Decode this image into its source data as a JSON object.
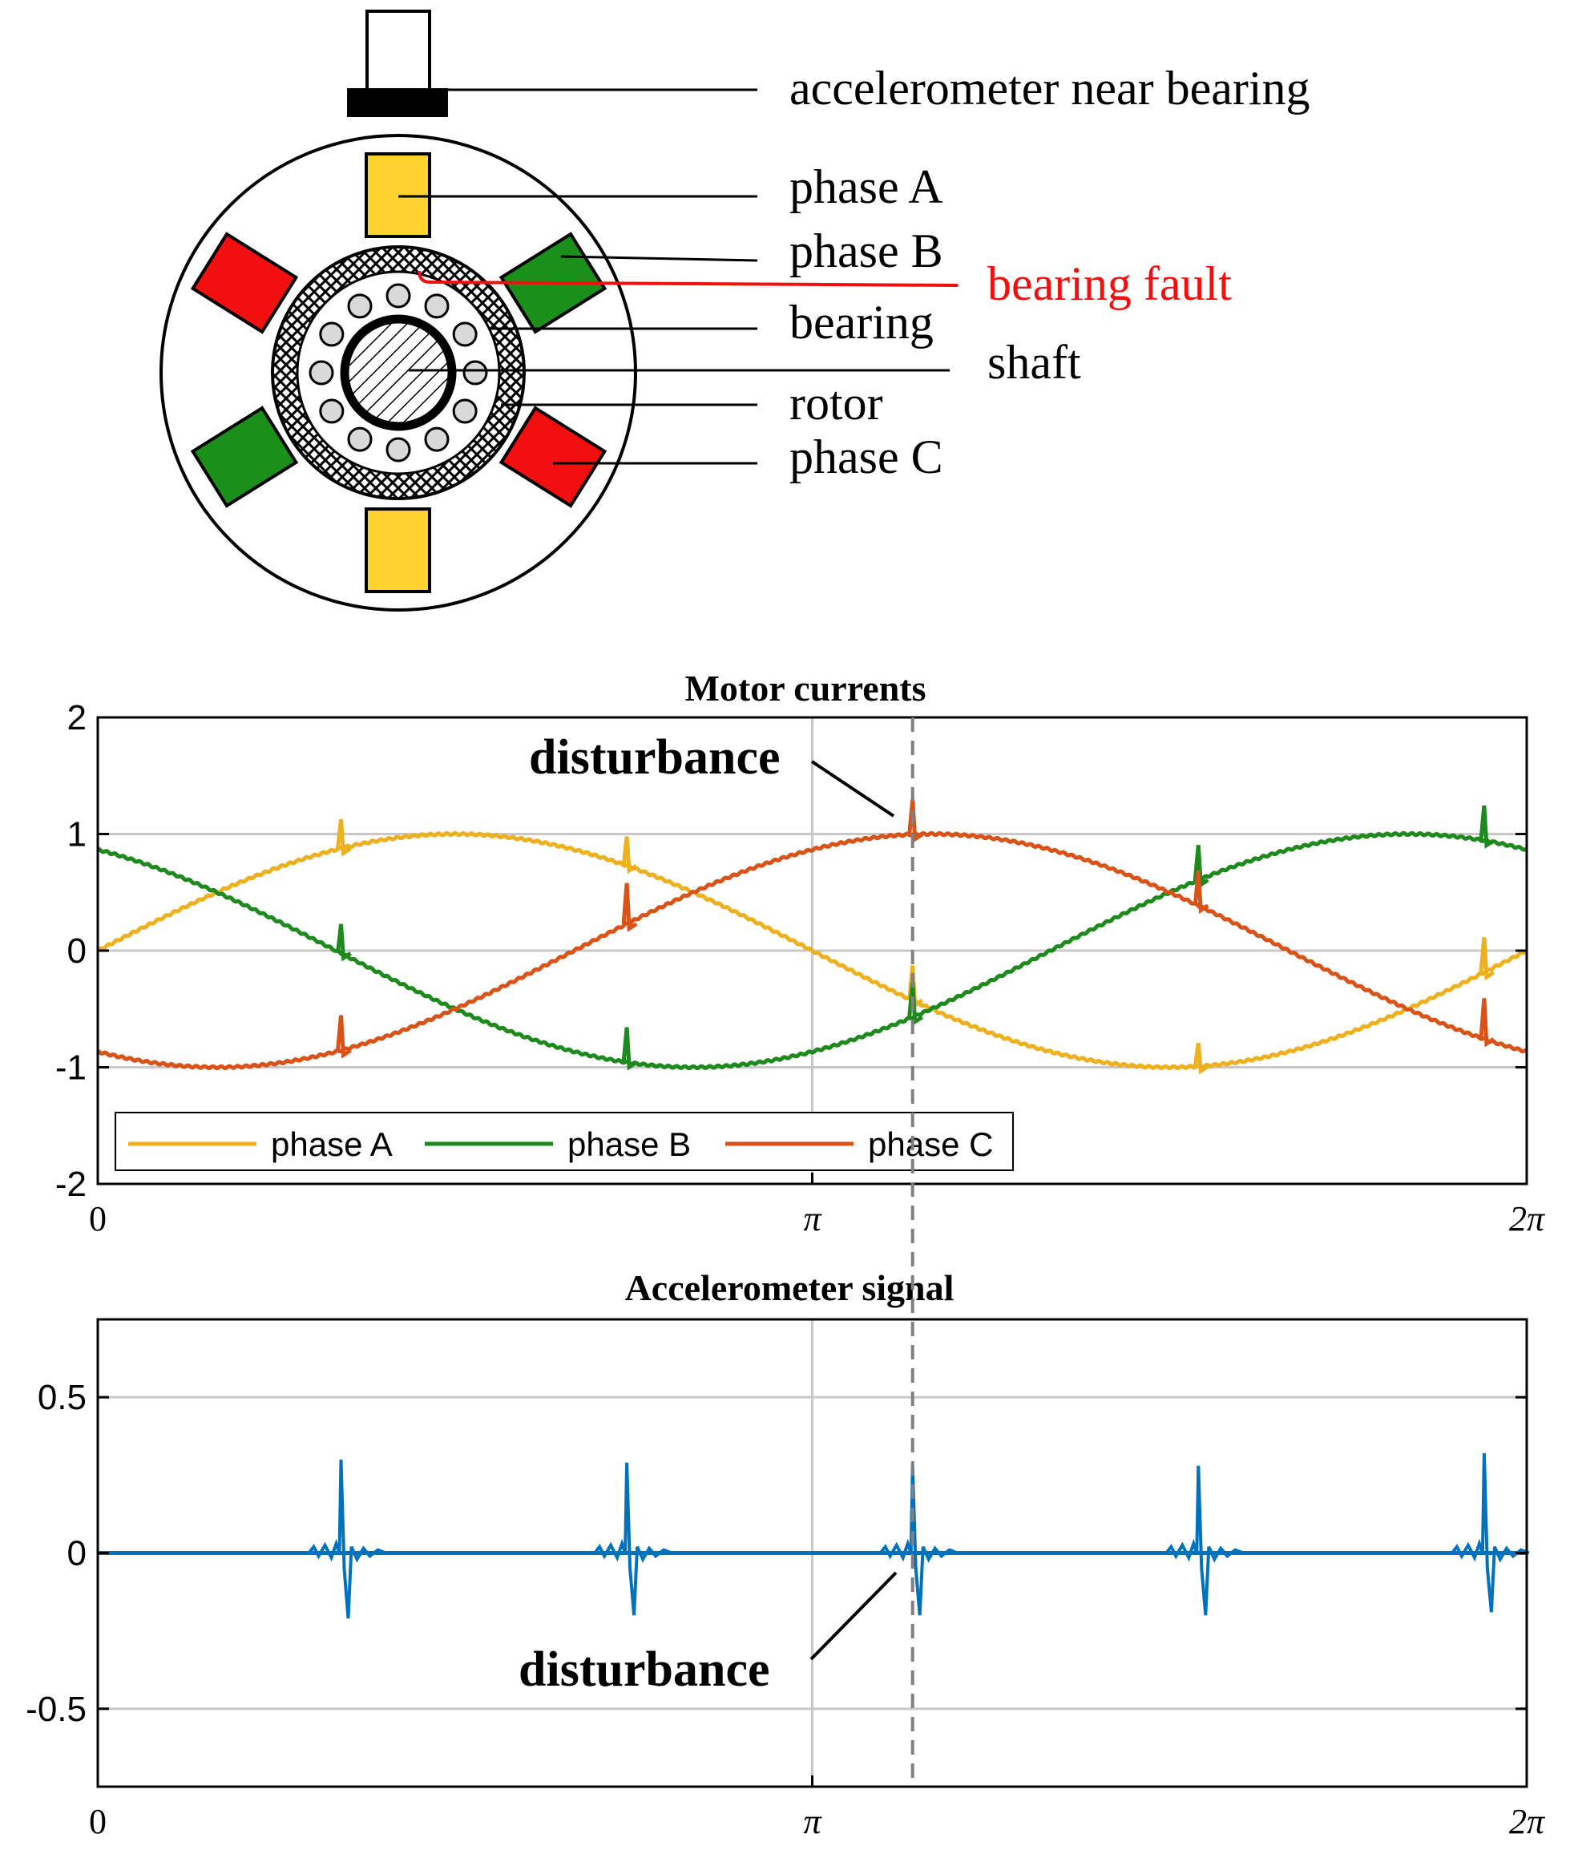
{
  "diagram": {
    "labels": {
      "accelerometer": "accelerometer near bearing",
      "phase_a": "phase A",
      "phase_b": "phase B",
      "bearing_fault": "bearing fault",
      "bearing": "bearing",
      "shaft": "shaft",
      "rotor": "rotor",
      "phase_c": "phase C"
    },
    "colors": {
      "phase_a": "#FDD22F",
      "phase_b": "#1A8F1A",
      "phase_c": "#F20F0F",
      "fault": "#F20F0F"
    }
  },
  "chart_data": [
    {
      "type": "line",
      "title": "Motor currents",
      "xlim": [
        0,
        6.2832
      ],
      "ylim": [
        -2,
        2
      ],
      "x_ticks": [
        0,
        3.1416,
        6.2832
      ],
      "x_tick_labels": [
        "0",
        "π",
        "2π"
      ],
      "y_ticks": [
        2,
        1,
        0,
        -1,
        -2
      ],
      "y_tick_labels": [
        "2",
        "1",
        "0",
        "-1",
        "-2"
      ],
      "grid": true,
      "legend_position": "bottom-left",
      "disturbance_period": 1.2566,
      "disturbance_phase": 1.0696,
      "disturbance_x": 3.5828,
      "annotation": "disturbance",
      "series": [
        {
          "name": "phase A",
          "color": "#EDB120",
          "function": "sin(x)",
          "spike_height": [
            0.25,
            0.25,
            0.3,
            0.2,
            0.3
          ]
        },
        {
          "name": "phase B",
          "color": "#1E8A1E",
          "function": "sin(x + 2.0944)",
          "spike_height": [
            0.25,
            0.3,
            0.3,
            0.3,
            0.3
          ]
        },
        {
          "name": "phase C",
          "color": "#D95319",
          "function": "sin(x - 2.0944)",
          "spike_height": [
            0.3,
            0.35,
            0.3,
            0.3,
            0.35
          ]
        }
      ]
    },
    {
      "type": "line",
      "title": "Accelerometer signal",
      "xlim": [
        0,
        6.2832
      ],
      "ylim": [
        -0.75,
        0.75
      ],
      "x_ticks": [
        0,
        3.1416,
        6.2832
      ],
      "x_tick_labels": [
        "0",
        "π",
        "2π"
      ],
      "y_ticks": [
        0.5,
        0,
        -0.5
      ],
      "y_tick_labels": [
        "0.5",
        "0",
        "-0.5"
      ],
      "grid": true,
      "disturbance_x": 3.5828,
      "annotation": "disturbance",
      "series": [
        {
          "name": "",
          "color": "#0072BD",
          "baseline": 0,
          "bursts": [
            {
              "x": 1.0696,
              "peak": 0.3,
              "trough": -0.21
            },
            {
              "x": 2.3262,
              "peak": 0.29,
              "trough": -0.2
            },
            {
              "x": 3.5828,
              "peak": 0.28,
              "trough": -0.2
            },
            {
              "x": 4.8394,
              "peak": 0.28,
              "trough": -0.2
            },
            {
              "x": 6.096,
              "peak": 0.32,
              "trough": -0.19
            }
          ]
        }
      ]
    }
  ]
}
